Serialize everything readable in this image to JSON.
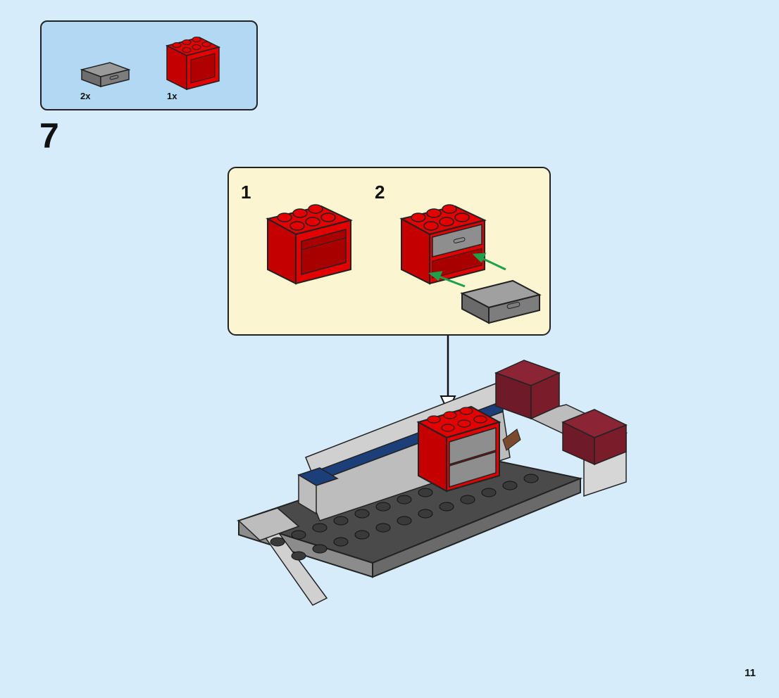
{
  "parts_list": {
    "items": [
      {
        "name": "drawer",
        "quantity": "2x",
        "color": "#7a7a7a"
      },
      {
        "name": "cupboard-2x3x2",
        "quantity": "1x",
        "color": "#e30000"
      }
    ]
  },
  "step": {
    "number": "7",
    "substeps": [
      {
        "number": "1"
      },
      {
        "number": "2"
      }
    ]
  },
  "colors": {
    "background": "#d6ecfb",
    "parts_box": "#b3d8f3",
    "substep_box": "#fcf5d2",
    "red": "#e30000",
    "dark_red": "#7a1c2a",
    "dark_gray": "#5a5a5a",
    "light_gray": "#bdbdbd",
    "blue": "#1c3f7a",
    "arrow_green": "#1fa04a"
  },
  "page": {
    "number": "11"
  }
}
